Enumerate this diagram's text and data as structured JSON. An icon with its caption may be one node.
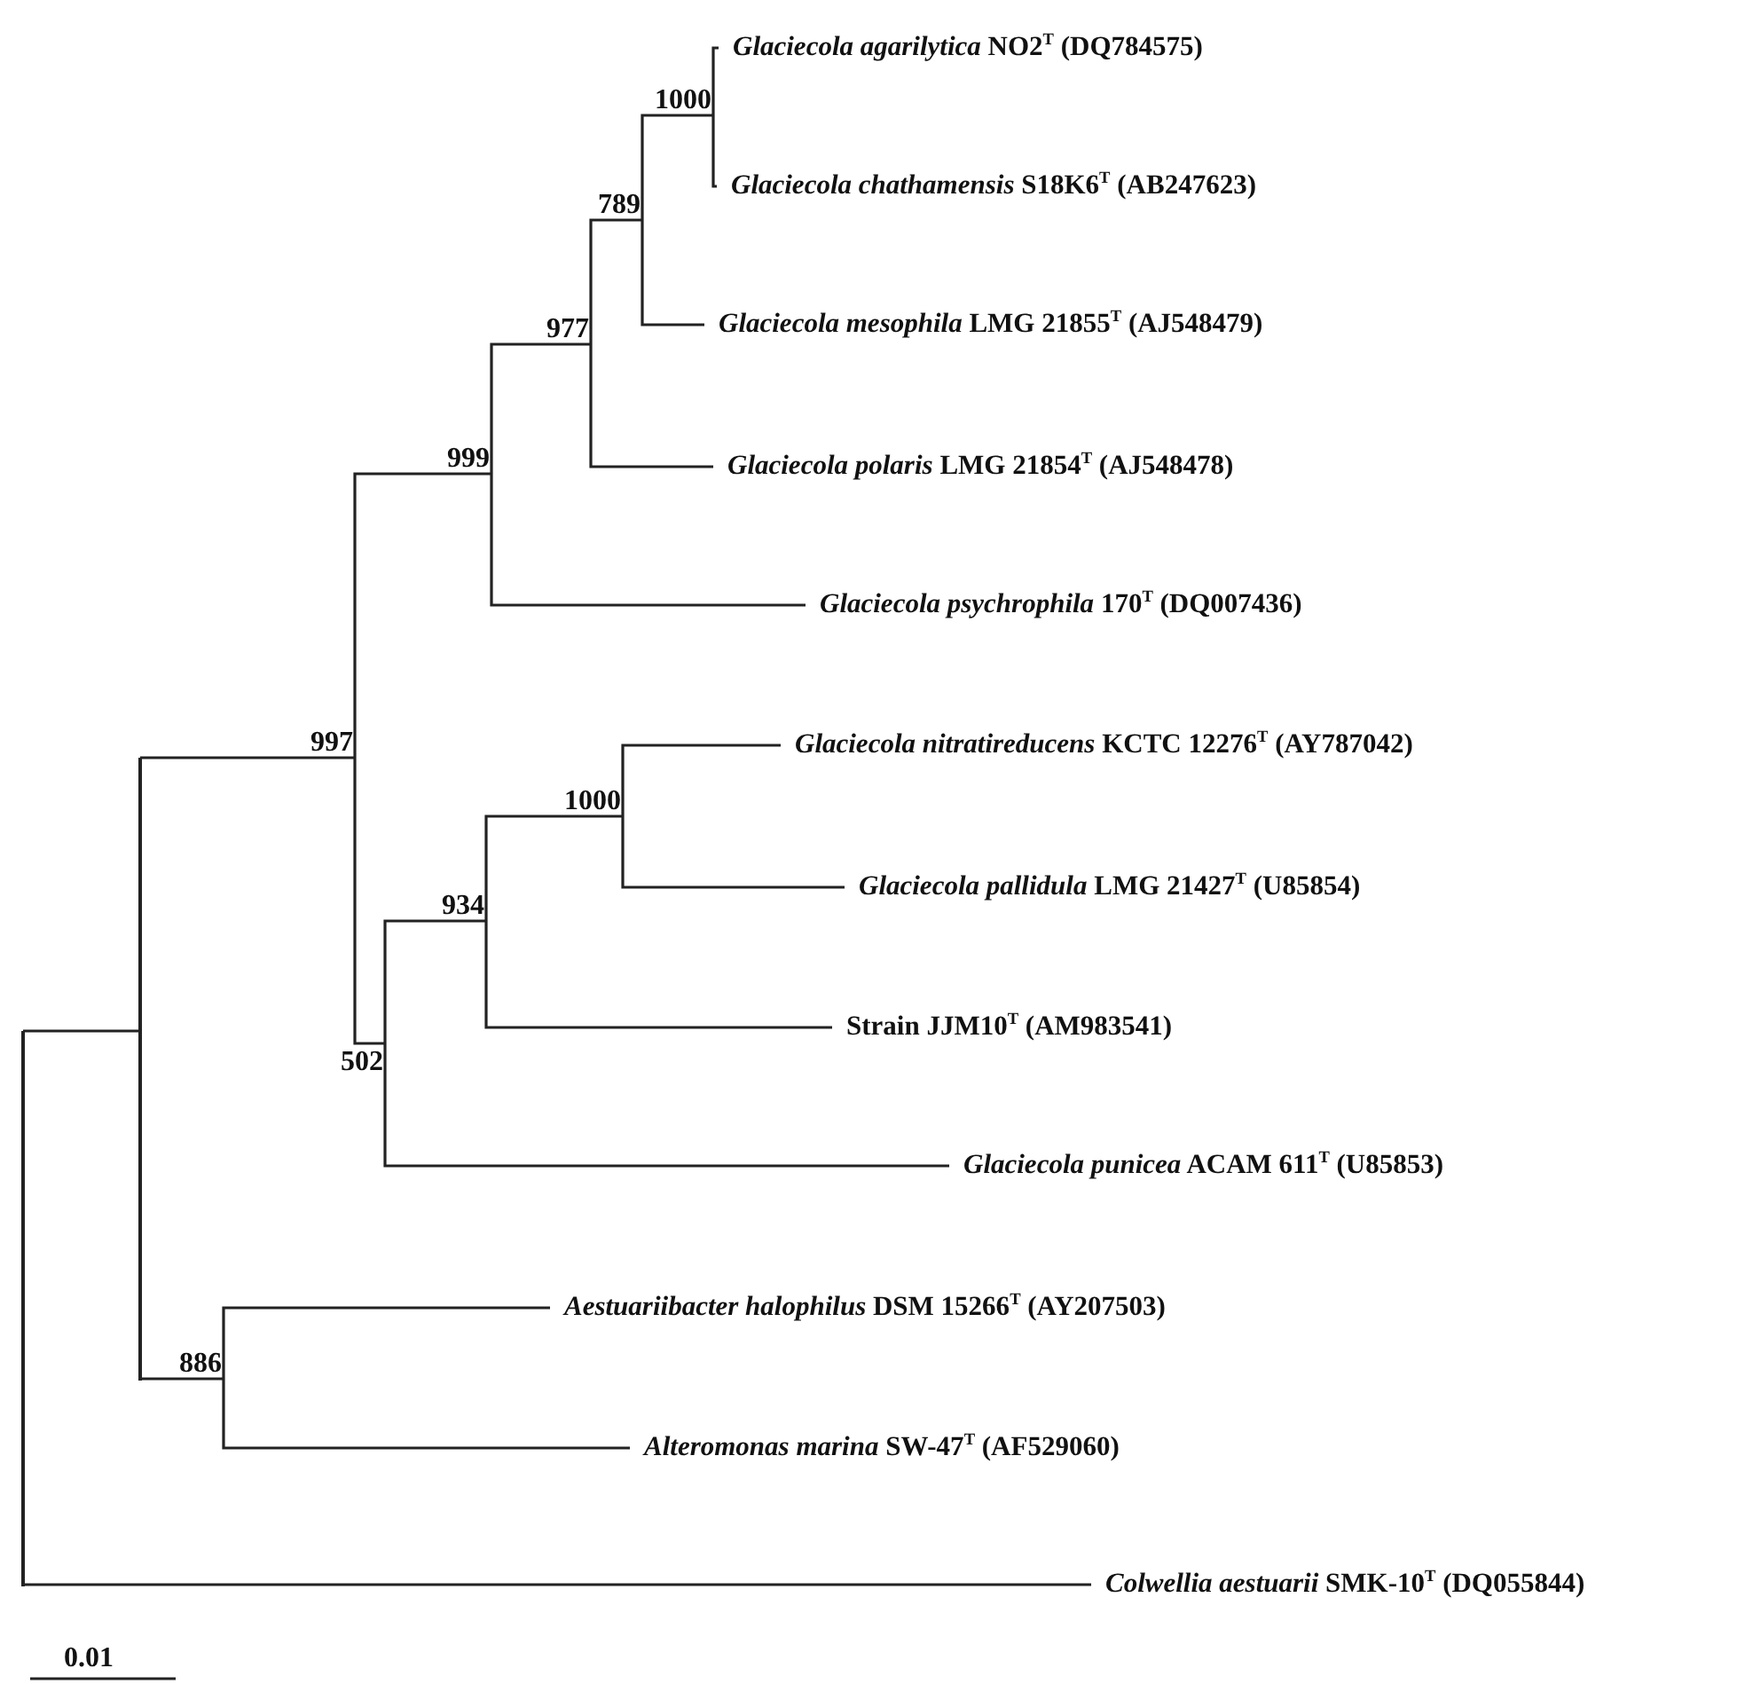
{
  "diagram": {
    "nodes": [
      {
        "text": [
          "1000"
        ]
      },
      {
        "text": [
          "*Glaciecola agarilytica* NO2$^{T}$ (DQ784575)"
        ]
      },
      {
        "text": [
          "*Glaciecola chathamensis* S18K6$^{T}$ (AB247623)"
        ]
      },
      {
        "text": [
          "789"
        ]
      },
      {
        "text": [
          "*Glaciecola mesophila* LMG 21855$^{T}$ (AJ548479)"
        ]
      },
      {
        "text": [
          "977"
        ]
      },
      {
        "text": [
          "*Glaciecola polaris* LMG 21854$^{T}$ (AJ548478)"
        ]
      },
      {
        "text": [
          "999"
        ]
      },
      {
        "text": [
          "*Glaciecola psychrophila* 170$^{T}$ (DQ007436)"
        ]
      },
      {
        "text": [
          "997"
        ]
      },
      {
        "text": [
          "*Glaciecola nitratireducens* KCTC 12276$^{T}$ (AY787042)"
        ]
      },
      {
        "text": [
          "1000"
        ]
      },
      {
        "text": [
          "*Glaciecola pallidula* LMG 21427$^{T}$ (U85854)"
        ]
      },
      {
        "text": [
          "934"
        ]
      },
      {
        "text": [
          "Strain JJM10$^{T}$ (AM983541)"
        ]
      },
      {
        "text": [
          "502"
        ]
      },
      {
        "text": [
          "*Glaciecola punicea* ACAM 611$^{T}$ (U85853)"
        ]
      },
      {
        "text": [
          "*Aestuariibacter halophilus* DSM 15266$^{T}$ (AY207503)"
        ]
      },
      {
        "text": [
          "886"
        ]
      },
      {
        "text": [
          "*Alteromonas marina* SW-47$^{T}$ (AF529060)"
        ]
      },
      {
        "text": [],
        "shape": "bar"
      },
      {
        "text": [],
        "shape": "bar"
      },
      {
        "text": [
          "*Colwellia aestuarii* SMK-10$^{T}$ (DQ055844)"
        ]
      }
    ],
    "edges": [
      {
        "from": 20,
        "to": 21,
        "arrow": "none"
      },
      {
        "from": 20,
        "to": 22,
        "arrow": "none"
      },
      {
        "from": 21,
        "to": 9,
        "arrow": "none"
      },
      {
        "from": 21,
        "to": 18,
        "arrow": "none"
      },
      {
        "from": 9,
        "to": 7,
        "arrow": "none"
      },
      {
        "from": 9,
        "to": 15,
        "arrow": "none"
      },
      {
        "from": 7,
        "to": 5,
        "arrow": "none"
      },
      {
        "from": 7,
        "to": 8,
        "arrow": "none"
      },
      {
        "from": 5,
        "to": 3,
        "arrow": "none"
      },
      {
        "from": 5,
        "to": 6,
        "arrow": "none"
      },
      {
        "from": 3,
        "to": 0,
        "arrow": "none"
      },
      {
        "from": 3,
        "to": 4,
        "arrow": "none"
      },
      {
        "from": 0,
        "to": 1,
        "arrow": "none"
      },
      {
        "from": 0,
        "to": 2,
        "arrow": "none"
      },
      {
        "from": 15,
        "to": 13,
        "arrow": "none"
      },
      {
        "from": 15,
        "to": 16,
        "arrow": "none"
      },
      {
        "from": 13,
        "to": 11,
        "arrow": "none"
      },
      {
        "from": 13,
        "to": 14,
        "arrow": "none"
      },
      {
        "from": 11,
        "to": 10,
        "arrow": "none"
      },
      {
        "from": 11,
        "to": 12,
        "arrow": "none"
      },
      {
        "from": 18,
        "to": 17,
        "arrow": "none"
      },
      {
        "from": 18,
        "to": 19,
        "arrow": "none"
      }
    ],
    "labels": [
      "0.01"
    ]
  }
}
